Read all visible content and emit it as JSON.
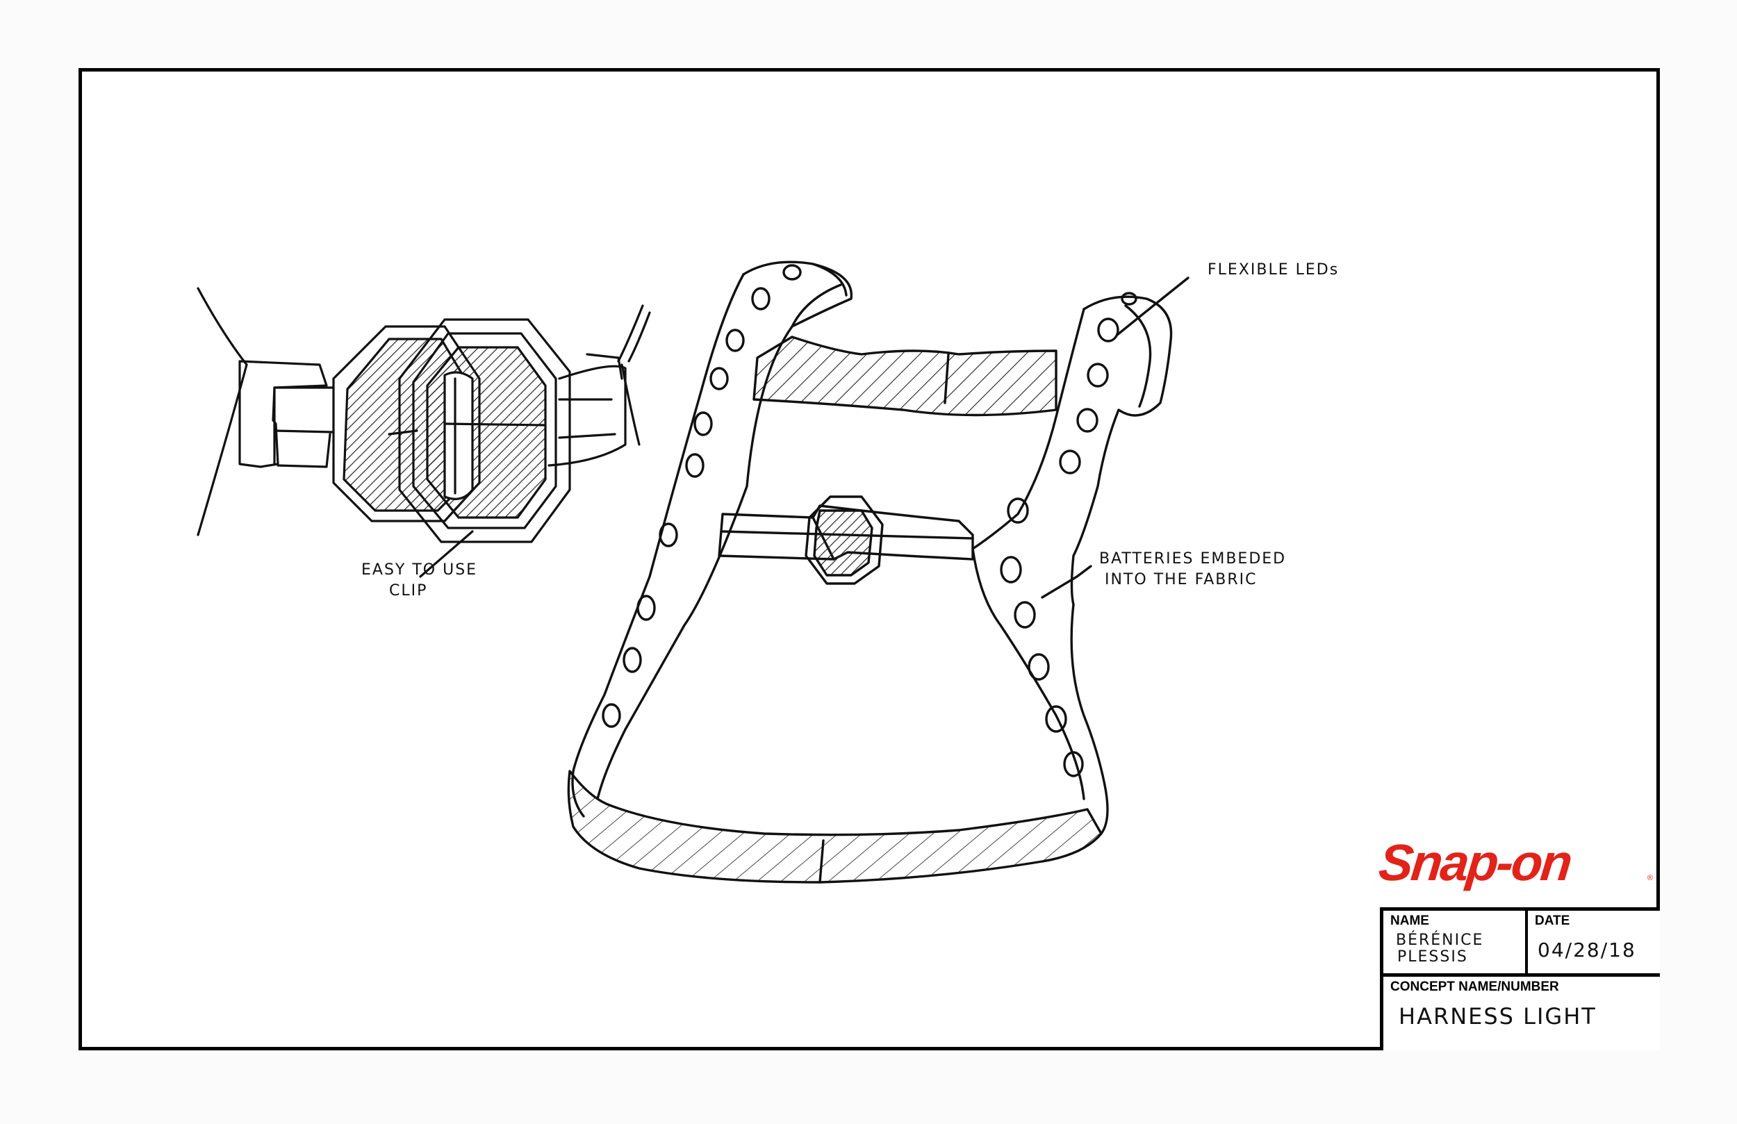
{
  "annotations": {
    "flexible_leds": "FLEXIBLE LEDs",
    "batteries_line1": "BATTERIES EMBEDED",
    "batteries_line2": "INTO THE FABRIC",
    "clip_line1": "EASY TO USE",
    "clip_line2": "CLIP"
  },
  "logo": {
    "text": "Snap-on",
    "reg_mark": "®",
    "color": "#e2231a"
  },
  "title_block": {
    "name_label": "NAME",
    "name_line1": "BÉRÉNICE",
    "name_line2": "PLESSIS",
    "date_label": "DATE",
    "date_value": "04/28/18",
    "concept_label": "CONCEPT NAME/NUMBER",
    "concept_value": "HARNESS LIGHT"
  }
}
